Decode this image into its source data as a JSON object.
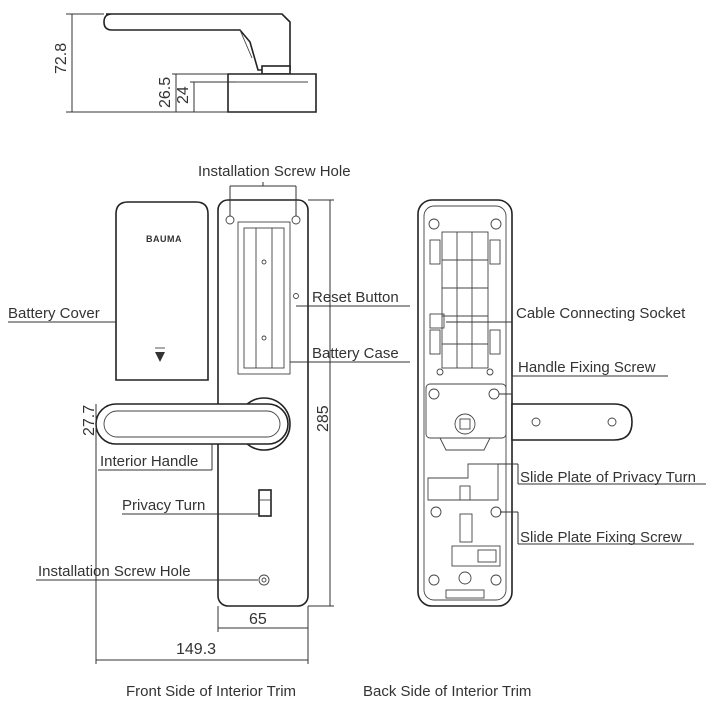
{
  "labels": {
    "installation_screw_hole_top": "Installation Screw Hole",
    "reset_button": "Reset Button",
    "battery_cover": "Battery Cover",
    "battery_case": "Battery Case",
    "interior_handle": "Interior Handle",
    "privacy_turn": "Privacy Turn",
    "installation_screw_hole_bottom": "Installation Screw Hole",
    "cable_connecting_socket": "Cable Connecting Socket",
    "handle_fixing_screw": "Handle Fixing Screw",
    "slide_plate_privacy_turn": "Slide Plate of Privacy Turn",
    "slide_plate_fixing_screw": "Slide Plate Fixing Screw"
  },
  "dimensions": {
    "total_depth": "72.8",
    "depth_mid": "26.5",
    "depth_base": "24",
    "handle_height": "27.7",
    "height": "285",
    "width": "65",
    "handle_length": "149.3"
  },
  "brand": "BAUMA",
  "captions": {
    "front": "Front Side of Interior Trim",
    "back": "Back Side of Interior Trim"
  }
}
